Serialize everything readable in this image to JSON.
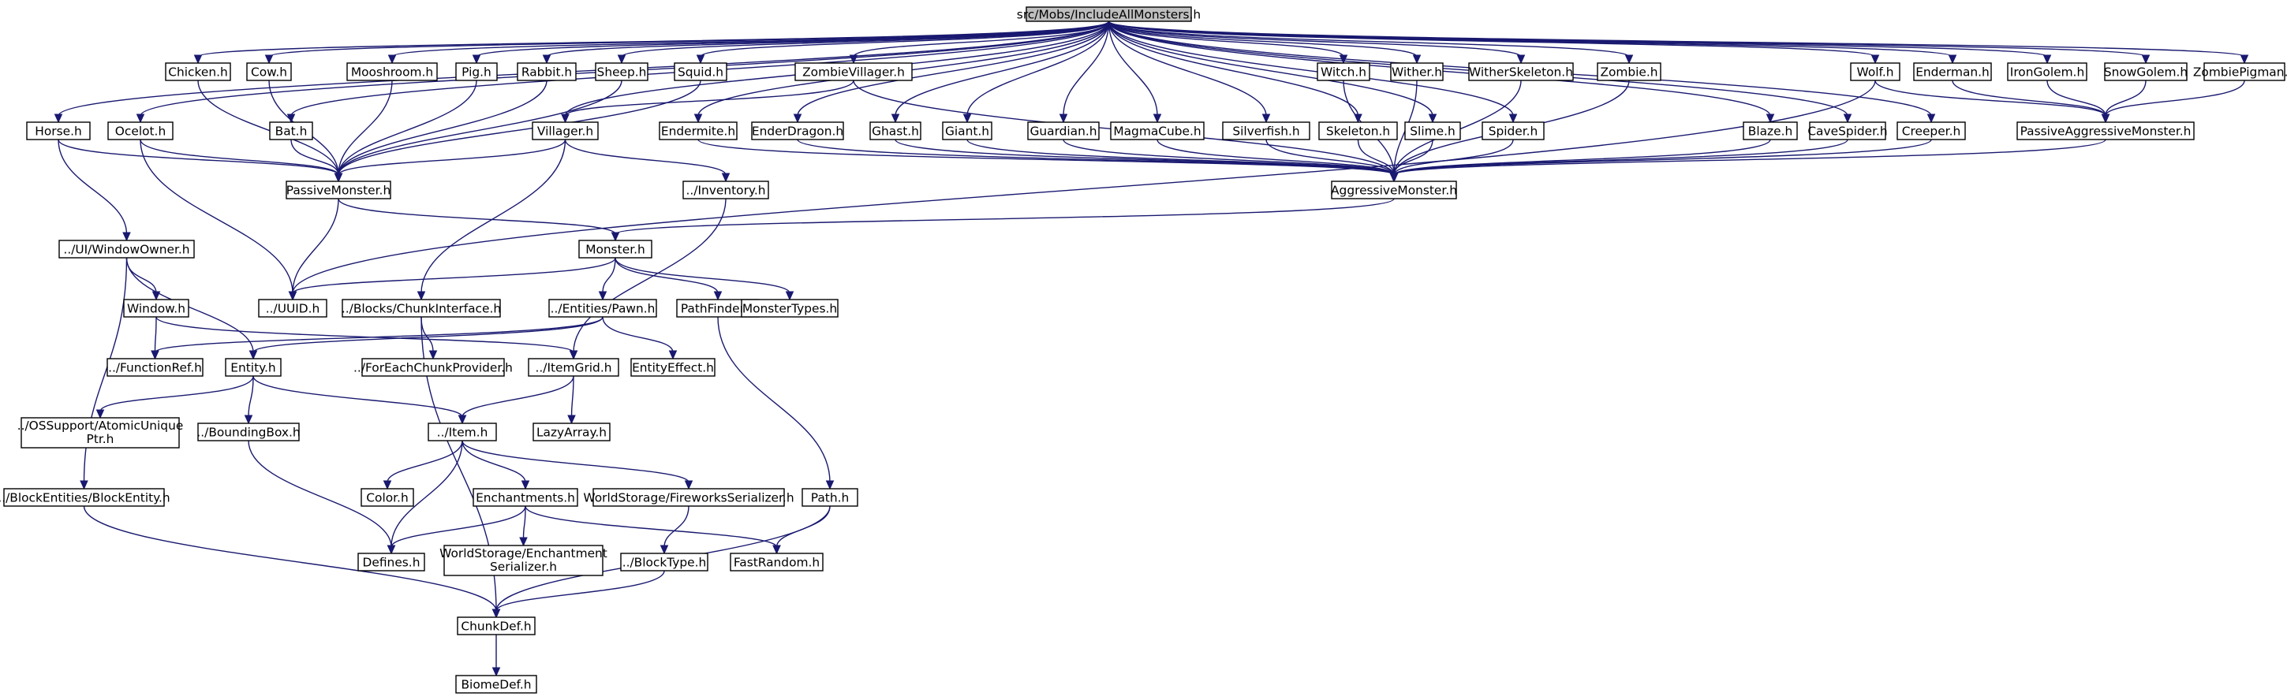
{
  "diagram": {
    "type": "include-dependency-graph",
    "colors": {
      "edge": "#191970",
      "root_fill": "#bfbfbf",
      "node_fill": "#ffffff",
      "border": "#000000"
    },
    "nodes": [
      {
        "id": "root",
        "label": "src/Mobs/IncludeAllMonsters.h",
        "root": true
      },
      {
        "id": "horse",
        "label": "Horse.h"
      },
      {
        "id": "ocelot",
        "label": "Ocelot.h"
      },
      {
        "id": "chicken",
        "label": "Chicken.h"
      },
      {
        "id": "cow",
        "label": "Cow.h"
      },
      {
        "id": "bat",
        "label": "Bat.h"
      },
      {
        "id": "mooshroom",
        "label": "Mooshroom.h"
      },
      {
        "id": "pig",
        "label": "Pig.h"
      },
      {
        "id": "rabbit",
        "label": "Rabbit.h"
      },
      {
        "id": "sheep",
        "label": "Sheep.h"
      },
      {
        "id": "squid",
        "label": "Squid.h"
      },
      {
        "id": "zombievillager",
        "label": "ZombieVillager.h"
      },
      {
        "id": "villager",
        "label": "Villager.h"
      },
      {
        "id": "endermite",
        "label": "Endermite.h"
      },
      {
        "id": "enderdragon",
        "label": "EnderDragon.h"
      },
      {
        "id": "ghast",
        "label": "Ghast.h"
      },
      {
        "id": "giant",
        "label": "Giant.h"
      },
      {
        "id": "guardian",
        "label": "Guardian.h"
      },
      {
        "id": "magmacube",
        "label": "MagmaCube.h"
      },
      {
        "id": "silverfish",
        "label": "Silverfish.h"
      },
      {
        "id": "skeleton",
        "label": "Skeleton.h"
      },
      {
        "id": "witch",
        "label": "Witch.h"
      },
      {
        "id": "slime",
        "label": "Slime.h"
      },
      {
        "id": "wither",
        "label": "Wither.h"
      },
      {
        "id": "spider",
        "label": "Spider.h"
      },
      {
        "id": "witherskeleton",
        "label": "WitherSkeleton.h"
      },
      {
        "id": "zombie",
        "label": "Zombie.h"
      },
      {
        "id": "blaze",
        "label": "Blaze.h"
      },
      {
        "id": "cavespider",
        "label": "CaveSpider.h"
      },
      {
        "id": "wolf",
        "label": "Wolf.h"
      },
      {
        "id": "creeper",
        "label": "Creeper.h"
      },
      {
        "id": "enderman",
        "label": "Enderman.h"
      },
      {
        "id": "irongolem",
        "label": "IronGolem.h"
      },
      {
        "id": "snowgolem",
        "label": "SnowGolem.h"
      },
      {
        "id": "zombiepigman",
        "label": "ZombiePigman.h"
      },
      {
        "id": "passiveaggressive",
        "label": "PassiveAggressiveMonster.h"
      },
      {
        "id": "passivemonster",
        "label": "PassiveMonster.h"
      },
      {
        "id": "aggressivemonster",
        "label": "AggressiveMonster.h"
      },
      {
        "id": "inventory",
        "label": "../Inventory.h"
      },
      {
        "id": "windowowner",
        "label": "../UI/WindowOwner.h"
      },
      {
        "id": "monster",
        "label": "Monster.h"
      },
      {
        "id": "window",
        "label": "Window.h"
      },
      {
        "id": "uuid",
        "label": "../UUID.h"
      },
      {
        "id": "chunkinterface",
        "label": "../Blocks/ChunkInterface.h"
      },
      {
        "id": "pawn",
        "label": "../Entities/Pawn.h"
      },
      {
        "id": "pathfinder",
        "label": "PathFinder.h"
      },
      {
        "id": "monstertypes",
        "label": "MonsterTypes.h"
      },
      {
        "id": "functionref",
        "label": "../FunctionRef.h"
      },
      {
        "id": "entity",
        "label": "Entity.h"
      },
      {
        "id": "foreachchunk",
        "label": "../ForEachChunkProvider.h"
      },
      {
        "id": "itemgrid",
        "label": "../ItemGrid.h"
      },
      {
        "id": "entityeffect",
        "label": "EntityEffect.h"
      },
      {
        "id": "atomicunique",
        "label": "../OSSupport/AtomicUnique",
        "label2": "Ptr.h"
      },
      {
        "id": "boundingbox",
        "label": "../BoundingBox.h"
      },
      {
        "id": "item",
        "label": "../Item.h"
      },
      {
        "id": "lazyarray",
        "label": "LazyArray.h"
      },
      {
        "id": "blockentity",
        "label": "../BlockEntities/BlockEntity.h"
      },
      {
        "id": "color",
        "label": "Color.h"
      },
      {
        "id": "enchantments",
        "label": "Enchantments.h"
      },
      {
        "id": "fireworks",
        "label": "WorldStorage/FireworksSerializer.h"
      },
      {
        "id": "path",
        "label": "Path.h"
      },
      {
        "id": "defines",
        "label": "Defines.h"
      },
      {
        "id": "enchserializer",
        "label": "WorldStorage/Enchantment",
        "label2": "Serializer.h"
      },
      {
        "id": "blocktype",
        "label": "../BlockType.h"
      },
      {
        "id": "fastrandom",
        "label": "FastRandom.h"
      },
      {
        "id": "chunkdef",
        "label": "ChunkDef.h"
      },
      {
        "id": "biomedef",
        "label": "BiomeDef.h"
      }
    ],
    "edges": [
      [
        "root",
        "horse"
      ],
      [
        "root",
        "ocelot"
      ],
      [
        "root",
        "chicken"
      ],
      [
        "root",
        "cow"
      ],
      [
        "root",
        "bat"
      ],
      [
        "root",
        "mooshroom"
      ],
      [
        "root",
        "pig"
      ],
      [
        "root",
        "rabbit"
      ],
      [
        "root",
        "sheep"
      ],
      [
        "root",
        "squid"
      ],
      [
        "root",
        "zombievillager"
      ],
      [
        "root",
        "villager"
      ],
      [
        "root",
        "endermite"
      ],
      [
        "root",
        "enderdragon"
      ],
      [
        "root",
        "ghast"
      ],
      [
        "root",
        "giant"
      ],
      [
        "root",
        "guardian"
      ],
      [
        "root",
        "magmacube"
      ],
      [
        "root",
        "silverfish"
      ],
      [
        "root",
        "skeleton"
      ],
      [
        "root",
        "witch"
      ],
      [
        "root",
        "slime"
      ],
      [
        "root",
        "wither"
      ],
      [
        "root",
        "spider"
      ],
      [
        "root",
        "witherskeleton"
      ],
      [
        "root",
        "zombie"
      ],
      [
        "root",
        "blaze"
      ],
      [
        "root",
        "cavespider"
      ],
      [
        "root",
        "wolf"
      ],
      [
        "root",
        "creeper"
      ],
      [
        "root",
        "enderman"
      ],
      [
        "root",
        "irongolem"
      ],
      [
        "root",
        "snowgolem"
      ],
      [
        "root",
        "zombiepigman"
      ],
      [
        "horse",
        "passivemonster"
      ],
      [
        "horse",
        "windowowner"
      ],
      [
        "ocelot",
        "passivemonster"
      ],
      [
        "ocelot",
        "uuid"
      ],
      [
        "chicken",
        "passivemonster"
      ],
      [
        "cow",
        "passivemonster"
      ],
      [
        "bat",
        "passivemonster"
      ],
      [
        "mooshroom",
        "passivemonster"
      ],
      [
        "pig",
        "passivemonster"
      ],
      [
        "rabbit",
        "passivemonster"
      ],
      [
        "sheep",
        "passivemonster"
      ],
      [
        "squid",
        "passivemonster"
      ],
      [
        "zombievillager",
        "villager"
      ],
      [
        "zombievillager",
        "aggressivemonster"
      ],
      [
        "villager",
        "passivemonster"
      ],
      [
        "villager",
        "inventory"
      ],
      [
        "villager",
        "chunkinterface"
      ],
      [
        "endermite",
        "aggressivemonster"
      ],
      [
        "enderdragon",
        "aggressivemonster"
      ],
      [
        "ghast",
        "aggressivemonster"
      ],
      [
        "giant",
        "aggressivemonster"
      ],
      [
        "guardian",
        "aggressivemonster"
      ],
      [
        "magmacube",
        "aggressivemonster"
      ],
      [
        "silverfish",
        "aggressivemonster"
      ],
      [
        "skeleton",
        "aggressivemonster"
      ],
      [
        "witch",
        "aggressivemonster"
      ],
      [
        "slime",
        "aggressivemonster"
      ],
      [
        "wither",
        "aggressivemonster"
      ],
      [
        "spider",
        "aggressivemonster"
      ],
      [
        "witherskeleton",
        "aggressivemonster"
      ],
      [
        "zombie",
        "aggressivemonster"
      ],
      [
        "blaze",
        "aggressivemonster"
      ],
      [
        "cavespider",
        "aggressivemonster"
      ],
      [
        "wolf",
        "passiveaggressive"
      ],
      [
        "wolf",
        "uuid"
      ],
      [
        "creeper",
        "aggressivemonster"
      ],
      [
        "enderman",
        "passiveaggressive"
      ],
      [
        "irongolem",
        "passiveaggressive"
      ],
      [
        "snowgolem",
        "passiveaggressive"
      ],
      [
        "zombiepigman",
        "passiveaggressive"
      ],
      [
        "passiveaggressive",
        "aggressivemonster"
      ],
      [
        "passivemonster",
        "monster"
      ],
      [
        "passivemonster",
        "uuid"
      ],
      [
        "aggressivemonster",
        "monster"
      ],
      [
        "inventory",
        "itemgrid"
      ],
      [
        "windowowner",
        "window"
      ],
      [
        "windowowner",
        "entity"
      ],
      [
        "windowowner",
        "blockentity"
      ],
      [
        "monster",
        "uuid"
      ],
      [
        "monster",
        "pawn"
      ],
      [
        "monster",
        "pathfinder"
      ],
      [
        "monster",
        "monstertypes"
      ],
      [
        "window",
        "functionref"
      ],
      [
        "window",
        "itemgrid"
      ],
      [
        "chunkinterface",
        "foreachchunk"
      ],
      [
        "chunkinterface",
        "chunkdef"
      ],
      [
        "pawn",
        "entity"
      ],
      [
        "pawn",
        "entityeffect"
      ],
      [
        "pawn",
        "functionref"
      ],
      [
        "pathfinder",
        "path"
      ],
      [
        "entity",
        "atomicunique"
      ],
      [
        "entity",
        "boundingbox"
      ],
      [
        "entity",
        "item"
      ],
      [
        "itemgrid",
        "item"
      ],
      [
        "itemgrid",
        "lazyarray"
      ],
      [
        "boundingbox",
        "defines"
      ],
      [
        "item",
        "color"
      ],
      [
        "item",
        "enchantments"
      ],
      [
        "item",
        "fireworks"
      ],
      [
        "item",
        "defines"
      ],
      [
        "blockentity",
        "chunkdef"
      ],
      [
        "enchantments",
        "defines"
      ],
      [
        "enchantments",
        "enchserializer"
      ],
      [
        "enchantments",
        "fastrandom"
      ],
      [
        "fireworks",
        "blocktype"
      ],
      [
        "path",
        "fastrandom"
      ],
      [
        "path",
        "chunkdef"
      ],
      [
        "blocktype",
        "chunkdef"
      ],
      [
        "chunkdef",
        "biomedef"
      ]
    ]
  }
}
